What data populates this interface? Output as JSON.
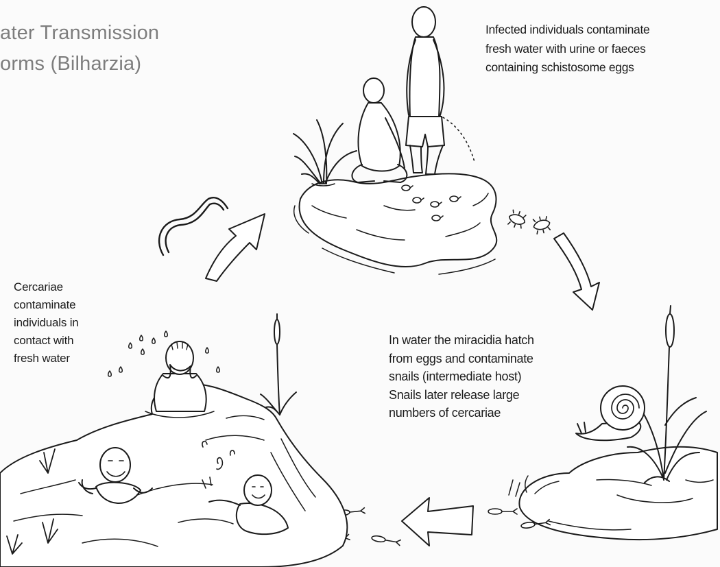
{
  "title": {
    "line1": "ater Transmission",
    "line2": "orms (Bilharzia)"
  },
  "captions": {
    "infected_individuals": [
      "Infected individuals contaminate",
      "fresh water with urine or faeces",
      "containing schistosome eggs"
    ],
    "miracidia_snails": [
      "In water the miracidia hatch",
      "from eggs and contaminate",
      "snails (intermediate host)",
      "Snails later release large",
      "numbers of cercariae"
    ],
    "cercariae_contact": [
      "Cercariae",
      "contaminate",
      "individuals in",
      "contact with",
      "fresh water"
    ]
  },
  "colors": {
    "ink": "#1b1b1b",
    "title_text": "#7d7d7d",
    "paper": "#fbfbfb"
  },
  "icons": [
    "schistosome-egg-icon",
    "miracidium-icon",
    "snail-icon",
    "cercaria-icon",
    "adult-worm-pair-icon",
    "splash-drop-icon"
  ]
}
